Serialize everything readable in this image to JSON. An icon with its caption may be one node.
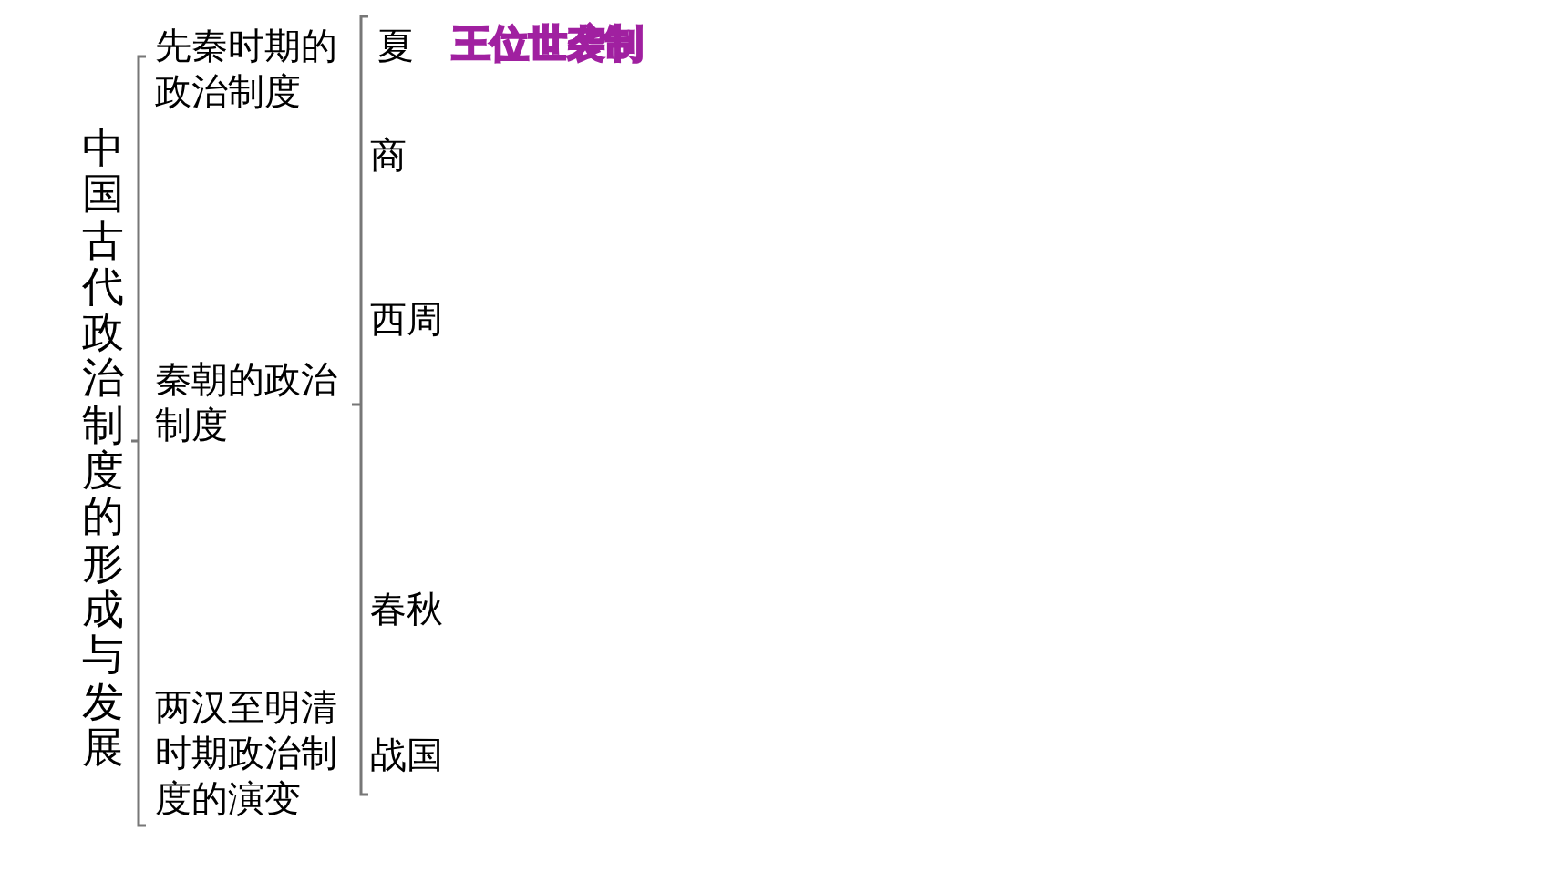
{
  "diagram": {
    "labels": [
      "中国古代政治制度的形成与发展",
      "先秦时期的政治制度",
      "夏",
      "王位世袭制",
      "商",
      "西周",
      "秦朝的政治制度",
      "春秋",
      "两汉至明清时期政治制度的演变",
      "战国"
    ]
  }
}
